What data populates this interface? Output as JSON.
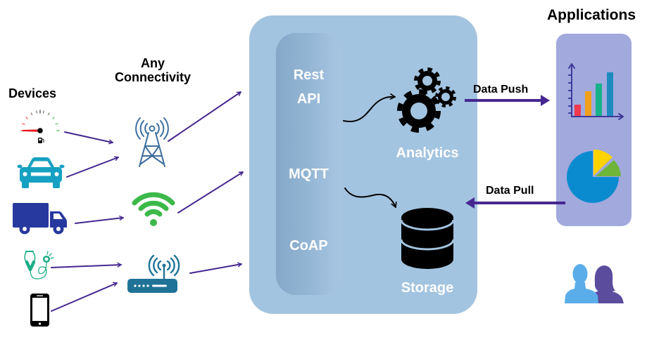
{
  "diagram": {
    "devices": {
      "title": "Devices",
      "items": [
        {
          "icon": "fuel-gauge-icon"
        },
        {
          "icon": "car-icon"
        },
        {
          "icon": "truck-icon"
        },
        {
          "icon": "stethoscope-icon"
        },
        {
          "icon": "smartphone-icon"
        }
      ]
    },
    "connectivity": {
      "title_line1": "Any",
      "title_line2": "Connectivity",
      "items": [
        {
          "icon": "cell-tower-icon"
        },
        {
          "icon": "wifi-icon"
        },
        {
          "icon": "router-icon"
        }
      ]
    },
    "platform": {
      "protocols": {
        "rest_line1": "Rest",
        "rest_line2": "API",
        "mqtt": "MQTT",
        "coap": "CoAP"
      },
      "analytics_label": "Analytics",
      "storage_label": "Storage"
    },
    "flows": {
      "push_label": "Data Push",
      "pull_label": "Data Pull"
    },
    "applications": {
      "title": "Applications",
      "items": [
        {
          "icon": "bar-chart-icon"
        },
        {
          "icon": "pie-chart-icon"
        },
        {
          "icon": "users-icon"
        }
      ]
    },
    "colors": {
      "platform_bg": "#a3c4e0",
      "protocol_pillar": "#91b3d2",
      "apps_panel": "#a1a9dd",
      "arrow": "#45278f",
      "car": "#16a0c2",
      "truck": "#27389e",
      "stethoscope": "#1dae87",
      "tower": "#3d6e9e",
      "wifi": "#3cb94a",
      "router": "#1f7396",
      "bar_colors": [
        "#f0384f",
        "#f2a01b",
        "#17b28a",
        "#1e8bbf"
      ],
      "pie_colors": [
        "#0b8bcf",
        "#ffd200",
        "#6fb53a"
      ],
      "user_man": "#5badea",
      "user_woman": "#5b4c9e"
    }
  }
}
